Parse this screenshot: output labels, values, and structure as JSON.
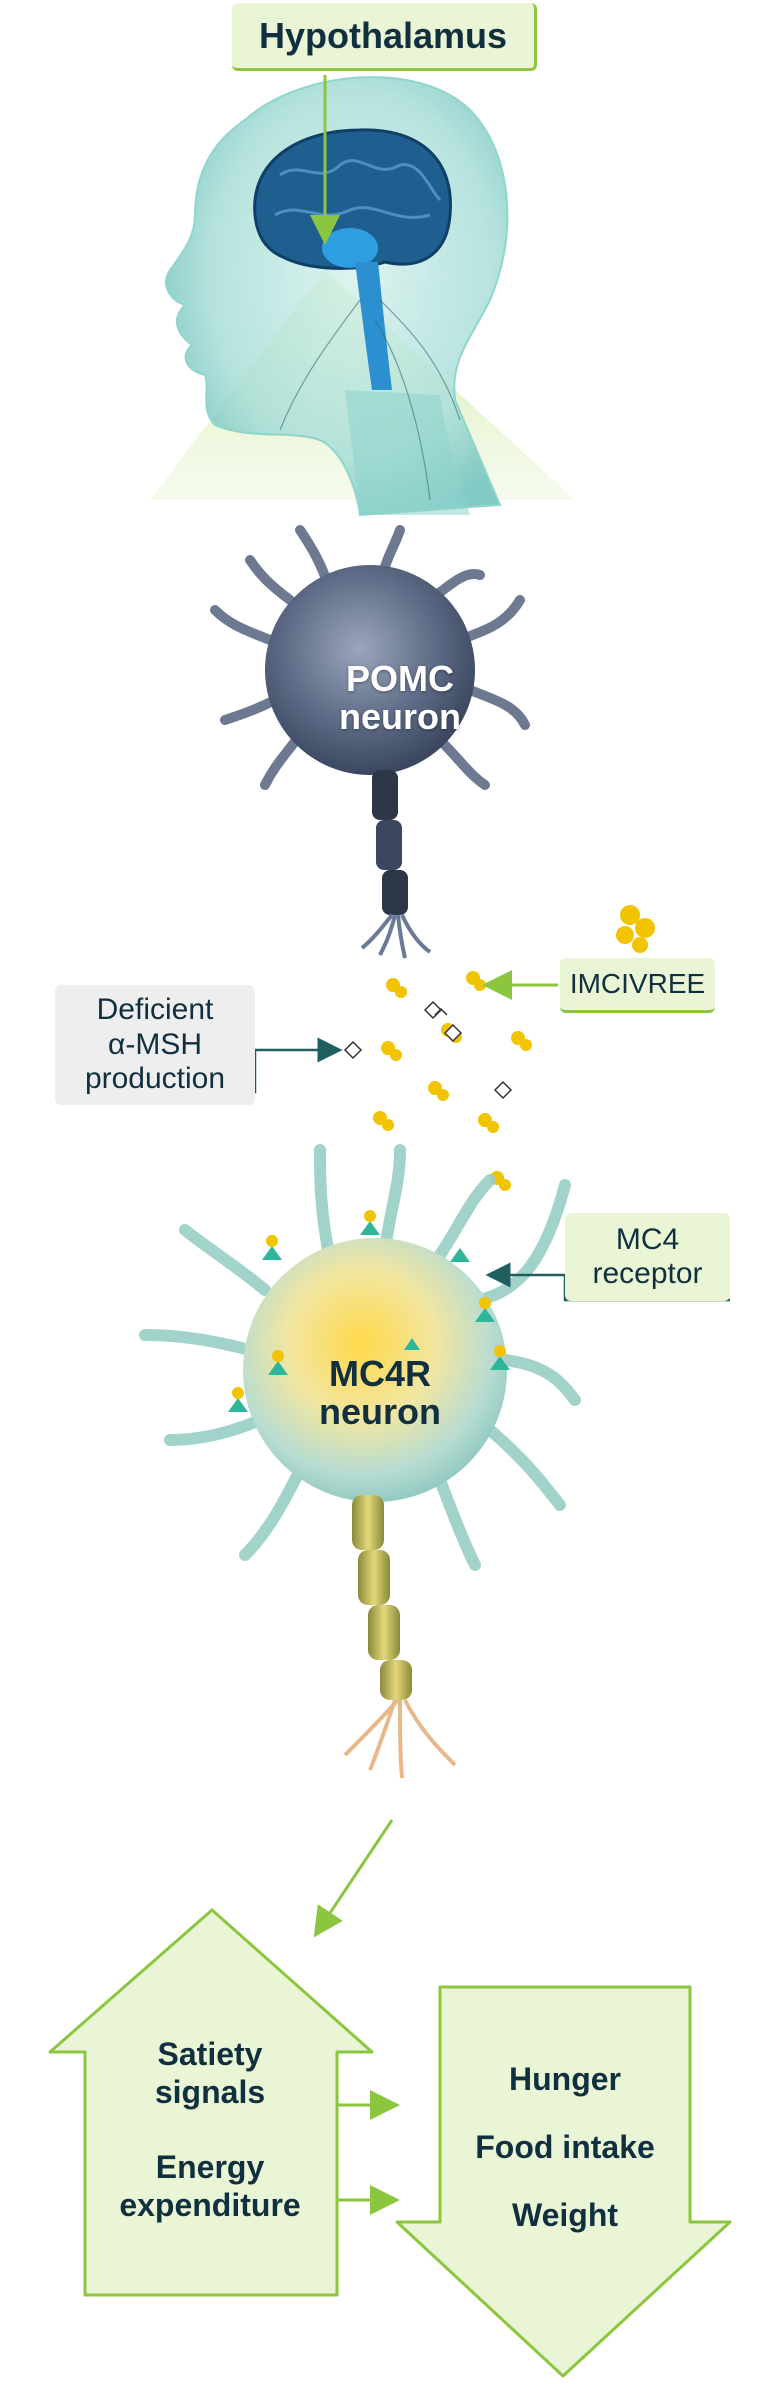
{
  "labels": {
    "hypothalamus": "Hypothalamus",
    "pomc_line1": "POMC",
    "pomc_line2": "neuron",
    "imcivree": "IMCIVREE",
    "deficient_line1": "Deficient",
    "deficient_line2": "α-MSH",
    "deficient_line3": "production",
    "mc4_line1": "MC4",
    "mc4_line2": "receptor",
    "mc4r_line1": "MC4R",
    "mc4r_line2": "neuron"
  },
  "up_box": {
    "satiety_line1": "Satiety",
    "satiety_line2": "signals",
    "energy_line1": "Energy",
    "energy_line2": "expenditure"
  },
  "down_box": {
    "item1": "Hunger",
    "item2": "Food intake",
    "item3": "Weight"
  },
  "colors": {
    "accent_green": "#8cc63f",
    "pale_green": "#eaf5d6",
    "dark_teal": "#10303f",
    "callout_line": "#1f5f5f",
    "molecule_yellow": "#f2c400"
  }
}
